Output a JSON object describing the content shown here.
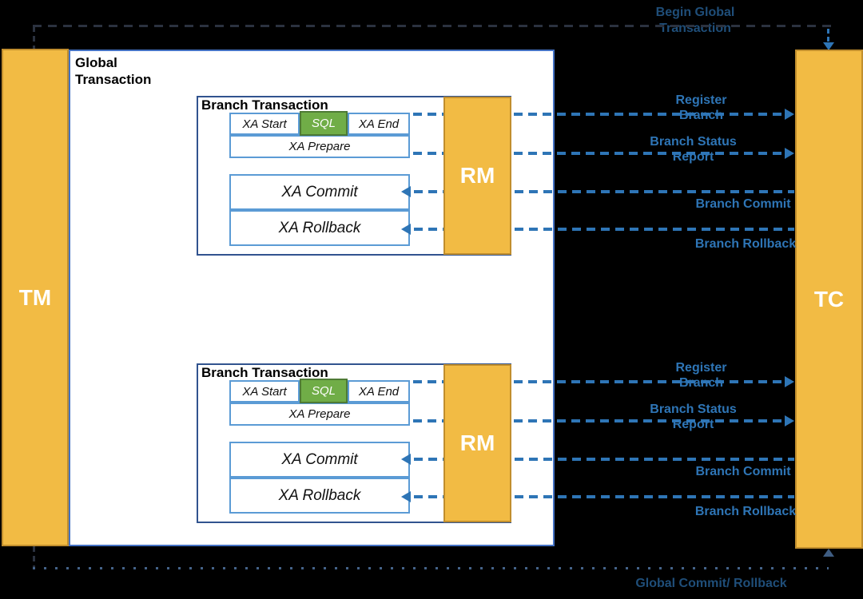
{
  "colors": {
    "background": "#000000",
    "node_fill": "#F2BB44",
    "node_border": "#C18E2D",
    "arrow_blue": "#2E75B6",
    "message_label_blue": "#2E75B6",
    "outer_label_blue": "#1F4E79",
    "sql_green": "#70AD47",
    "inner_border_blue": "#5B9BD5",
    "branch_border_blue": "#31538F",
    "global_border_blue": "#4472C4"
  },
  "nodes": {
    "tm": "TM",
    "tc": "TC"
  },
  "global_transaction": {
    "title": "Global Transaction"
  },
  "top_flow": {
    "label": "Begin Global Transaction"
  },
  "bottom_flow": {
    "label": "Global Commit/ Rollback"
  },
  "branches": [
    {
      "title": "Branch Transaction",
      "rm": "RM",
      "xa_start": "XA Start",
      "sql": "SQL",
      "xa_end": "XA End",
      "xa_prepare": "XA Prepare",
      "xa_commit": "XA Commit",
      "xa_rollback": "XA Rollback",
      "msg_register": "Register Branch",
      "msg_status": "Branch Status Report",
      "msg_commit": "Branch Commit",
      "msg_rollback": "Branch Rollback"
    },
    {
      "title": "Branch Transaction",
      "rm": "RM",
      "xa_start": "XA Start",
      "sql": "SQL",
      "xa_end": "XA End",
      "xa_prepare": "XA Prepare",
      "xa_commit": "XA Commit",
      "xa_rollback": "XA Rollback",
      "msg_register": "Register Branch",
      "msg_status": "Branch Status Report",
      "msg_commit": "Branch Commit",
      "msg_rollback": "Branch Rollback"
    }
  ]
}
